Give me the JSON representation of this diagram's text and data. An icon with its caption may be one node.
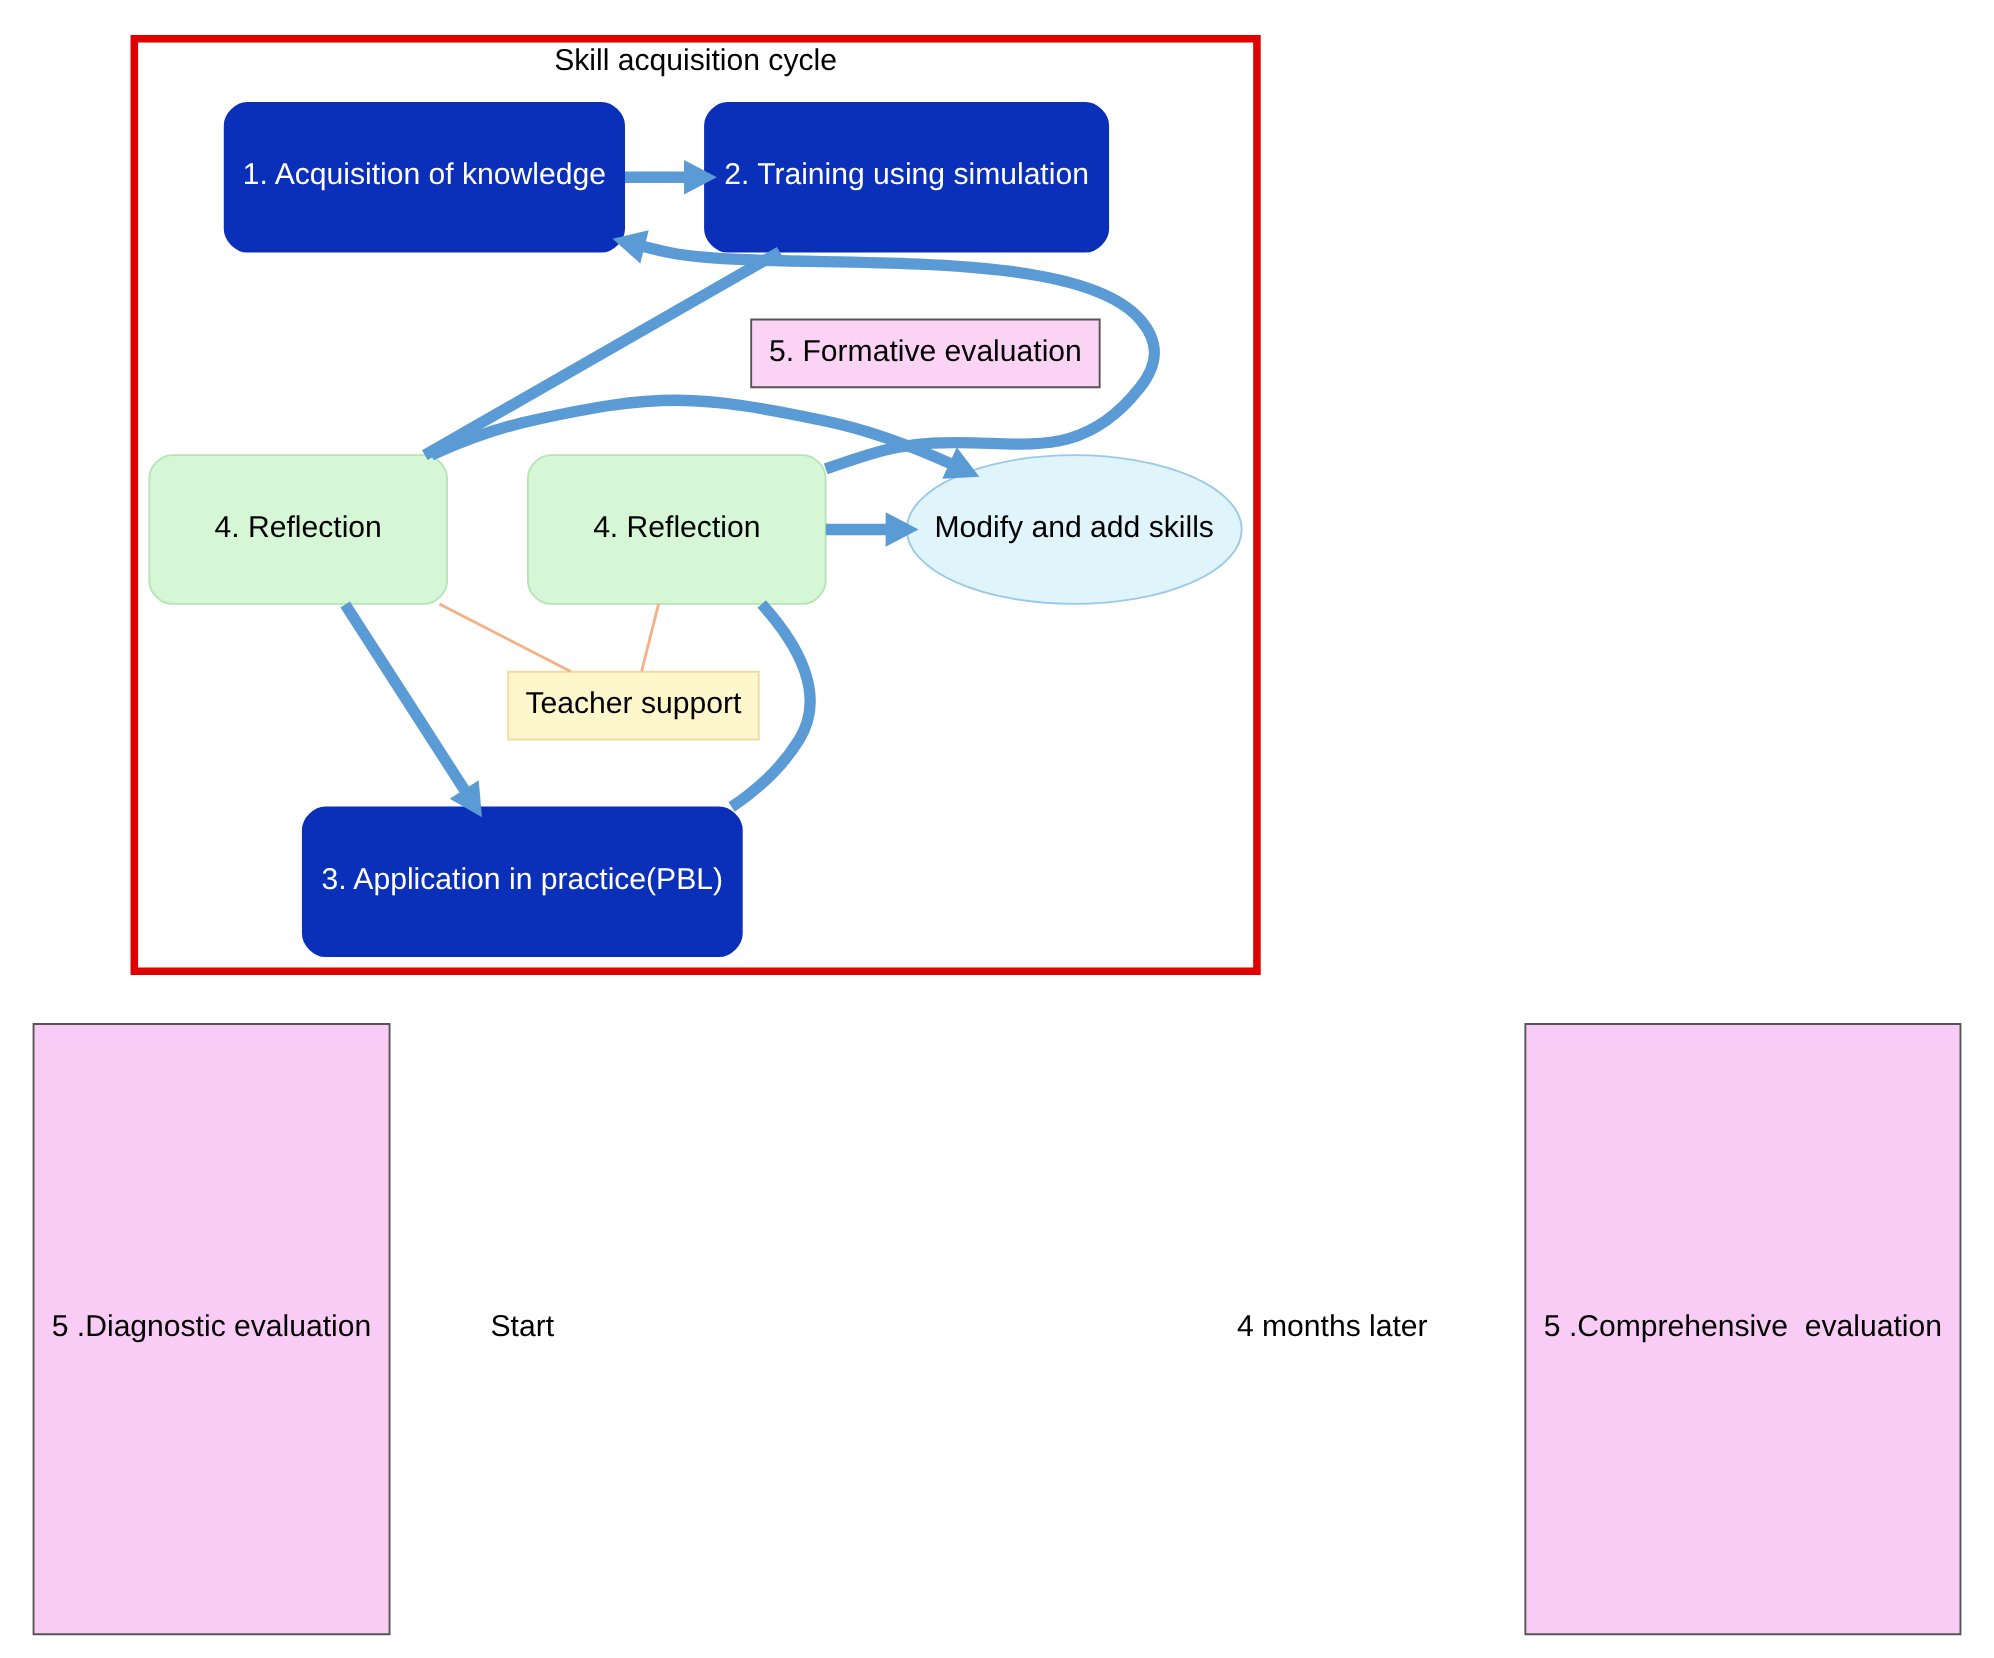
{
  "diagram": {
    "nodes": [
      {
        "text": [
          "5 .Diagnostic evaluation"
        ]
      },
      {
        "text": [
          "Skill acquisition cycle"
        ]
      },
      {
        "text": [
          "1. Acquisition of knowledge"
        ],
        "in": 1
      },
      {
        "text": [
          "2. Training using simulation"
        ],
        "in": 1
      },
      {
        "text": [
          "5. Formative evaluation"
        ],
        "in": 1
      },
      {
        "text": [
          "4. Reflection"
        ],
        "in": 1
      },
      {
        "text": [
          "Modify and add skills"
        ],
        "in": 1
      },
      {
        "text": [
          "4. Reflection"
        ],
        "in": 1
      },
      {
        "text": [
          "Teacher support"
        ],
        "in": 1
      },
      {
        "text": [
          "3. Application in practice(PBL)"
        ],
        "in": 1
      },
      {
        "text": [
          "5 .Comprehensive  evaluation"
        ]
      }
    ],
    "edges": [
      {
        "from": 2,
        "to": 3,
        "arrow": "to"
      },
      {
        "from": 3,
        "to": 7,
        "arrow": "none"
      },
      {
        "from": 7,
        "to": 9,
        "arrow": "to"
      },
      {
        "from": 9,
        "to": 5,
        "arrow": "none"
      },
      {
        "from": 5,
        "to": 2,
        "arrow": "to"
      },
      {
        "from": 5,
        "to": 6,
        "arrow": "to"
      },
      {
        "from": 7,
        "to": 6,
        "arrow": "to"
      },
      {
        "from": 8,
        "to": 5,
        "arrow": "none",
        "color": "#f4b183"
      },
      {
        "from": 8,
        "to": 7,
        "arrow": "none",
        "color": "#f4b183"
      }
    ],
    "labels": [
      "Start",
      "4 months later"
    ]
  }
}
